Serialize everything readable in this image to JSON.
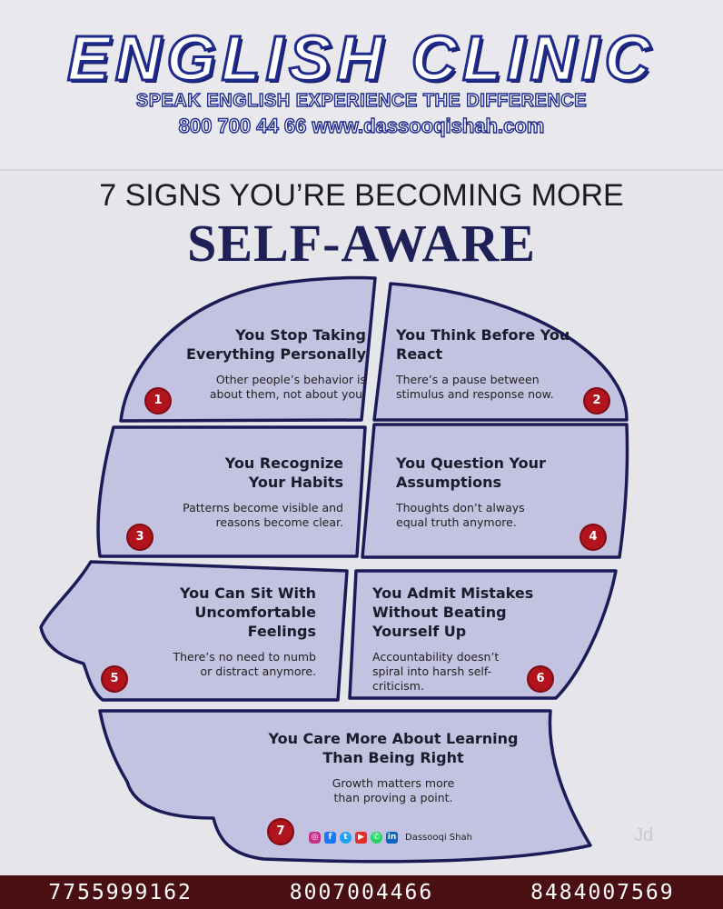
{
  "header": {
    "brand": "ENGLISH CLINIC",
    "tagline": "SPEAK ENGLISH EXPERIENCE THE DIFFERENCE",
    "contact": "800 700 44 66 www.dassooqishah.com"
  },
  "headline": {
    "line1": "7 SIGNS YOU’RE BECOMING MORE",
    "line2": "SELF-AWARE"
  },
  "signs": [
    {
      "num": "1",
      "title": "You Stop Taking Everything Personally",
      "desc": "Other people’s behavior is about them, not about you."
    },
    {
      "num": "2",
      "title": "You Think Before You React",
      "desc": "There’s a pause between stimulus and response now."
    },
    {
      "num": "3",
      "title": "You Recognize Your Habits",
      "desc": "Patterns become visible and reasons become clear."
    },
    {
      "num": "4",
      "title": "You Question Your Assumptions",
      "desc": "Thoughts don’t always equal truth anymore."
    },
    {
      "num": "5",
      "title": "You Can Sit With Uncomfortable Feelings",
      "desc": "There’s no need to numb or distract anymore."
    },
    {
      "num": "6",
      "title": "You Admit Mistakes Without Beating Yourself Up",
      "desc": "Accountability doesn’t spiral into harsh self-criticism."
    },
    {
      "num": "7",
      "title": "You Care More About Learning Than Being Right",
      "desc": "Growth matters more than proving a point."
    }
  ],
  "social": {
    "icons": [
      "instagram-icon",
      "facebook-icon",
      "twitter-icon",
      "youtube-icon",
      "whatsapp-icon",
      "linkedin-icon"
    ],
    "handle": "Dassooqi Shah"
  },
  "watermark": "Jd",
  "footer": {
    "phones": [
      "7755999162",
      "8007004466",
      "8484007569"
    ]
  },
  "colors": {
    "brand_blue": "#1f2b8c",
    "head_fill": "#c3c2e0",
    "badge_red": "#b2141d",
    "footer_bg": "#4a0f12"
  }
}
